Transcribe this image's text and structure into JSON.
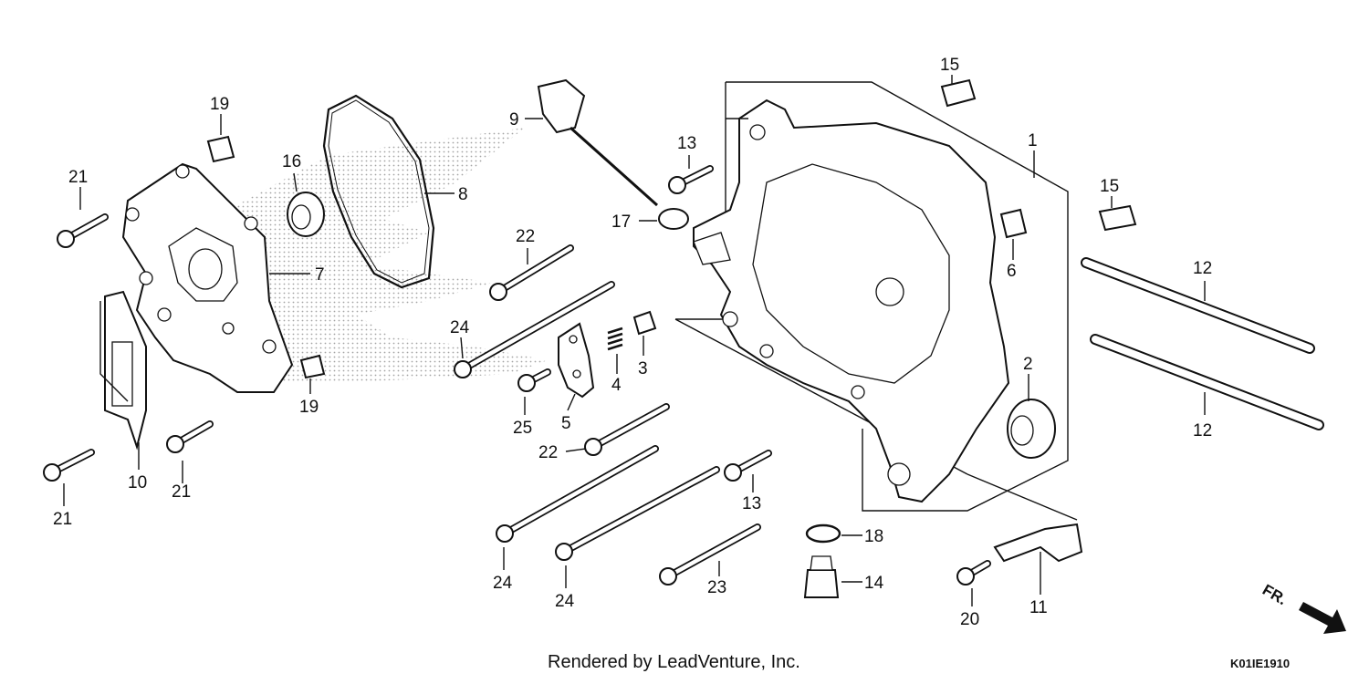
{
  "diagram": {
    "callouts": [
      {
        "id": "c1",
        "text": "1"
      },
      {
        "id": "c2",
        "text": "2"
      },
      {
        "id": "c3",
        "text": "3"
      },
      {
        "id": "c4",
        "text": "4"
      },
      {
        "id": "c5",
        "text": "5"
      },
      {
        "id": "c6",
        "text": "6"
      },
      {
        "id": "c7",
        "text": "7"
      },
      {
        "id": "c8",
        "text": "8"
      },
      {
        "id": "c9",
        "text": "9"
      },
      {
        "id": "c10",
        "text": "10"
      },
      {
        "id": "c11",
        "text": "11"
      },
      {
        "id": "c12a",
        "text": "12"
      },
      {
        "id": "c12b",
        "text": "12"
      },
      {
        "id": "c13a",
        "text": "13"
      },
      {
        "id": "c13b",
        "text": "13"
      },
      {
        "id": "c14",
        "text": "14"
      },
      {
        "id": "c15a",
        "text": "15"
      },
      {
        "id": "c15b",
        "text": "15"
      },
      {
        "id": "c16",
        "text": "16"
      },
      {
        "id": "c17",
        "text": "17"
      },
      {
        "id": "c18",
        "text": "18"
      },
      {
        "id": "c19a",
        "text": "19"
      },
      {
        "id": "c19b",
        "text": "19"
      },
      {
        "id": "c20",
        "text": "20"
      },
      {
        "id": "c21a",
        "text": "21"
      },
      {
        "id": "c21b",
        "text": "21"
      },
      {
        "id": "c21c",
        "text": "21"
      },
      {
        "id": "c22a",
        "text": "22"
      },
      {
        "id": "c22b",
        "text": "22"
      },
      {
        "id": "c23",
        "text": "23"
      },
      {
        "id": "c24a",
        "text": "24"
      },
      {
        "id": "c24b",
        "text": "24"
      },
      {
        "id": "c24c",
        "text": "24"
      },
      {
        "id": "c25",
        "text": "25"
      }
    ],
    "footer": {
      "credit": "Rendered by LeadVenture, Inc.",
      "code": "K01IE1910",
      "direction_label": "FR."
    }
  }
}
